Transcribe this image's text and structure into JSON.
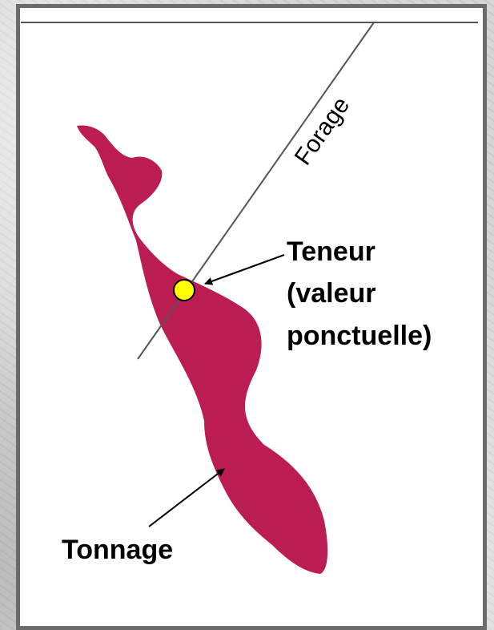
{
  "labels": {
    "forage": "Forage",
    "teneur_line1": "Teneur",
    "teneur_line2": "(valeur",
    "teneur_line3": "ponctuelle)",
    "tonnage": "Tonnage"
  },
  "colors": {
    "orebody": "#bb1d52",
    "sample_point": "#ffff00",
    "frame": "#6b6b6b",
    "line": "#555555"
  }
}
